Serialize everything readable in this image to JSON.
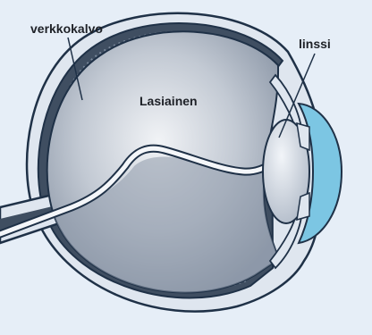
{
  "labels": {
    "retina": "verkkokalvo",
    "vitreous": "Lasiainen",
    "lens": "linssi"
  },
  "colors": {
    "panel": "#e6eef7",
    "outline": "#1f3147",
    "sclera_fill": "#dfe6ef",
    "retina": "#3f4e61",
    "vitreous": "#a3adbb",
    "cornea": "#7cc6e3",
    "lens": "#c7d0dc"
  }
}
